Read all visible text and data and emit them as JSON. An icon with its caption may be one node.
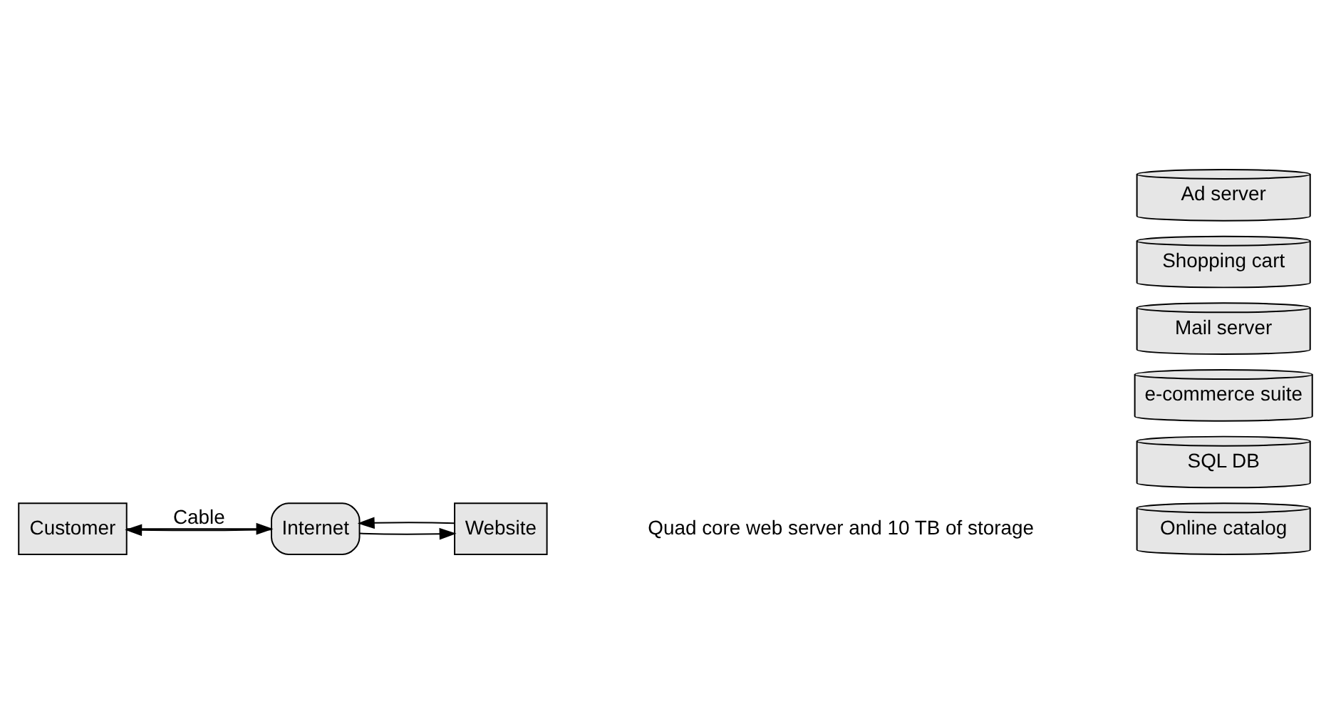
{
  "diagram": {
    "nodes": [
      {
        "text": [
          "Customer"
        ]
      },
      {
        "text": [
          "Internet"
        ]
      },
      {
        "text": [
          "Website"
        ]
      },
      {
        "text": [
          "Online catalog"
        ]
      },
      {
        "text": [
          "SQL DB"
        ]
      },
      {
        "text": [
          "e-commerce suite"
        ]
      },
      {
        "text": [
          "Mail server"
        ]
      },
      {
        "text": [
          "Shopping cart"
        ]
      },
      {
        "text": [
          "Ad server"
        ]
      }
    ],
    "edges": [
      {
        "from": 0,
        "to": 1,
        "arrow": "to",
        "label": "Cable"
      },
      {
        "from": 1,
        "to": 0,
        "arrow": "to"
      },
      {
        "from": 1,
        "to": 2,
        "arrow": "to"
      },
      {
        "from": 2,
        "to": 1,
        "arrow": "to"
      }
    ],
    "labels": [
      "Quad core web server and 10 TB of storage"
    ]
  }
}
